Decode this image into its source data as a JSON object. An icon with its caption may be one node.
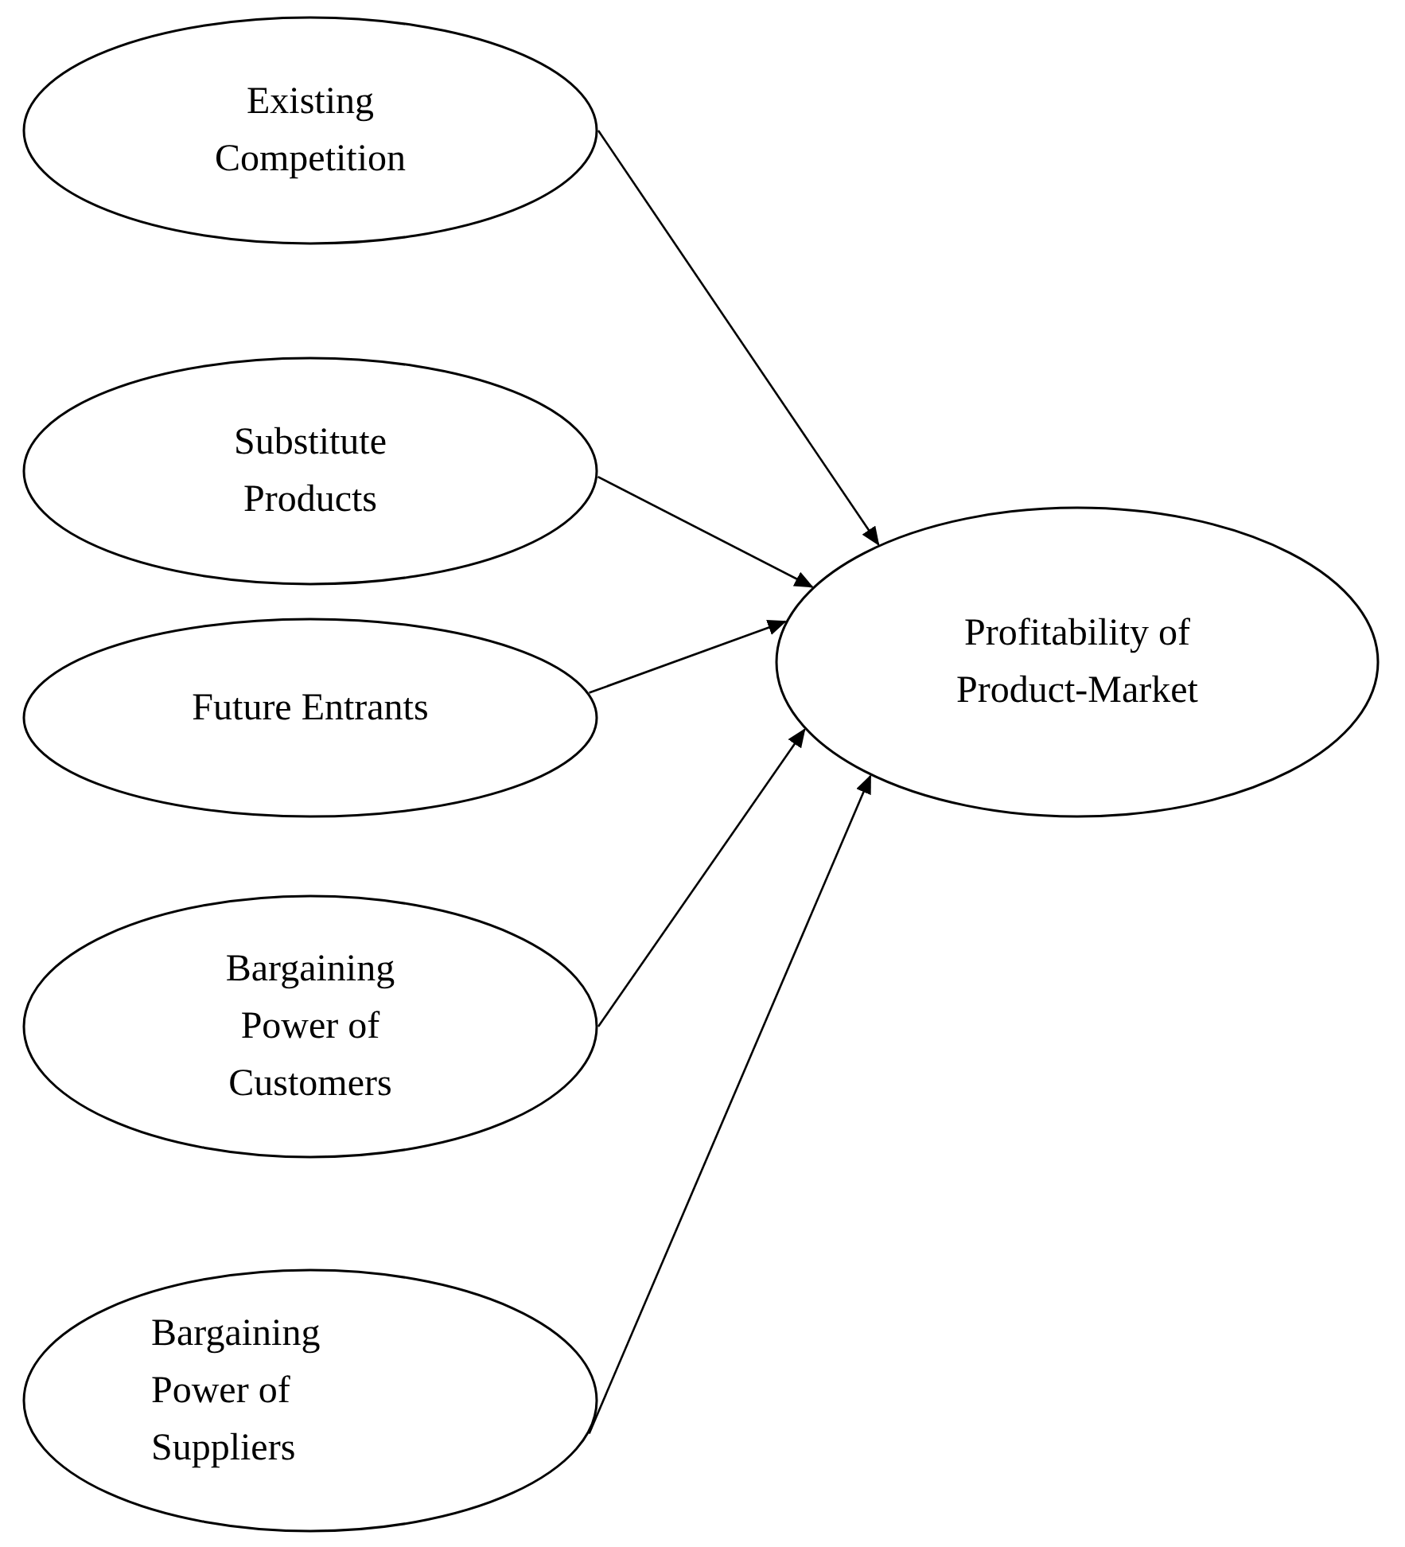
{
  "diagram": {
    "nodes": [
      {
        "text": [
          "Existing Competition"
        ]
      },
      {
        "text": [
          "Substitute Products"
        ]
      },
      {
        "text": [
          "Future Entrants"
        ]
      },
      {
        "text": [
          "Bargaining Power of Customers"
        ]
      },
      {
        "text": [
          "Bargaining Power of Suppliers"
        ]
      },
      {
        "text": [
          "Profitability of Product-Market"
        ]
      }
    ],
    "edges": [
      {
        "from": 0,
        "to": 5,
        "arrow": "to"
      },
      {
        "from": 1,
        "to": 5,
        "arrow": "to"
      },
      {
        "from": 2,
        "to": 5,
        "arrow": "to"
      },
      {
        "from": 3,
        "to": 5,
        "arrow": "to"
      },
      {
        "from": 4,
        "to": 5,
        "arrow": "to"
      }
    ]
  }
}
